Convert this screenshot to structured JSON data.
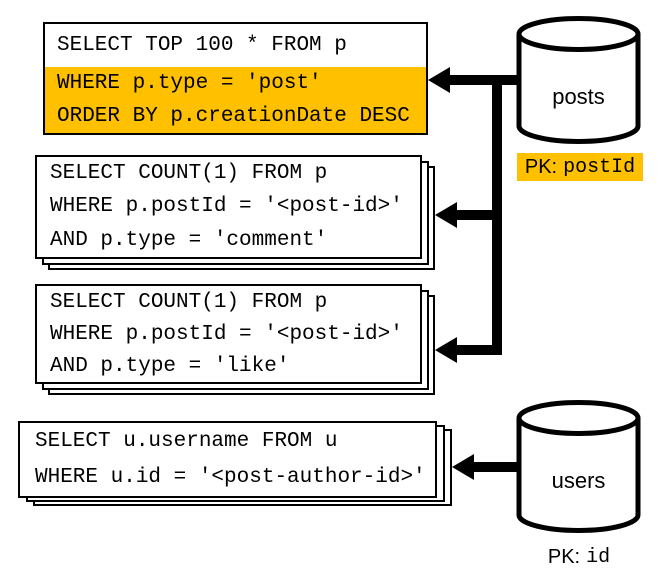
{
  "colors": {
    "highlight": "#FFC000",
    "line": "#000000",
    "box_background": "#FFFFFF"
  },
  "queries": [
    {
      "id": "top-posts",
      "lines": [
        "SELECT TOP 100 * FROM p",
        "WHERE p.type = 'post'",
        "ORDER BY p.creationDate DESC"
      ],
      "highlighted_lines": [
        1,
        2
      ],
      "stacked": false,
      "source_db": "posts"
    },
    {
      "id": "comment-count",
      "lines": [
        "SELECT COUNT(1) FROM p",
        "WHERE p.postId = '<post-id>'",
        "AND p.type = 'comment'"
      ],
      "highlighted_lines": [],
      "stacked": true,
      "source_db": "posts"
    },
    {
      "id": "like-count",
      "lines": [
        "SELECT COUNT(1) FROM p",
        "WHERE p.postId = '<post-id>'",
        "AND p.type = 'like'"
      ],
      "highlighted_lines": [],
      "stacked": true,
      "source_db": "posts"
    },
    {
      "id": "post-author-username",
      "lines": [
        "SELECT u.username FROM u",
        "WHERE u.id = '<post-author-id>'"
      ],
      "highlighted_lines": [],
      "stacked": true,
      "source_db": "users"
    }
  ],
  "databases": [
    {
      "name": "posts",
      "pk_label": "PK:",
      "pk_field": "postId",
      "pk_highlighted": true
    },
    {
      "name": "users",
      "pk_label": "PK:",
      "pk_field": "id",
      "pk_highlighted": false
    }
  ]
}
